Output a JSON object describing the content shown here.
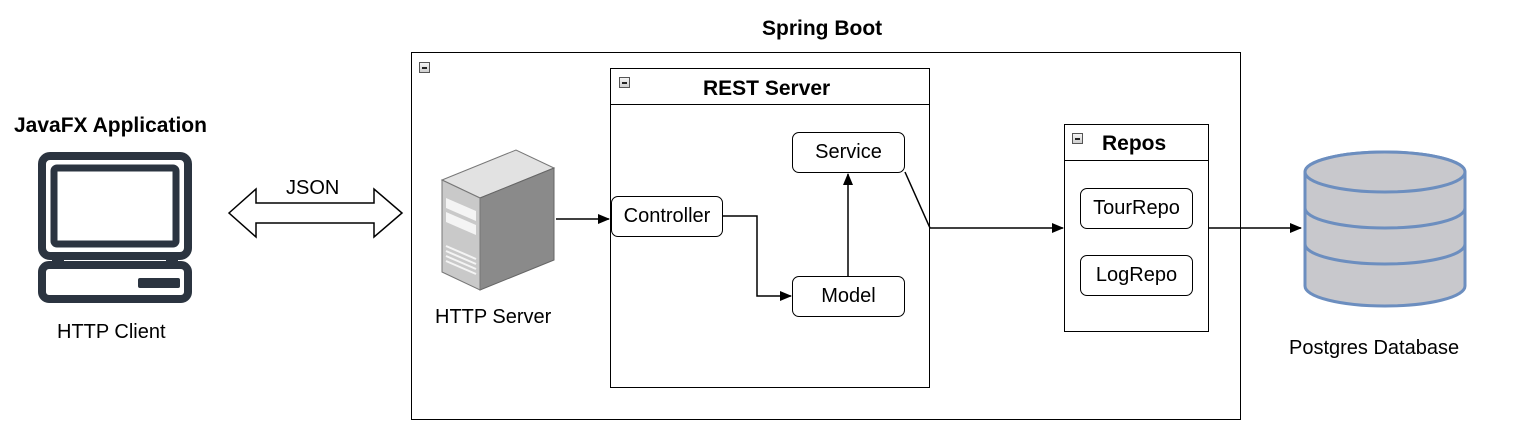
{
  "spring_boot": {
    "title": "Spring Boot"
  },
  "javafx": {
    "title": "JavaFX Application",
    "client_label": "HTTP Client"
  },
  "json_arrow": {
    "label": "JSON"
  },
  "http_server": {
    "label": "HTTP Server"
  },
  "rest_server": {
    "title": "REST Server",
    "controller": "Controller",
    "service": "Service",
    "model": "Model"
  },
  "repos": {
    "title": "Repos",
    "tour_repo": "TourRepo",
    "log_repo": "LogRepo"
  },
  "database": {
    "label": "Postgres Database"
  },
  "colors": {
    "monitor": "#2b3440",
    "server_front": "#c9c9c9",
    "server_side": "#8a8a8a",
    "database_fill": "#c8c8cc",
    "database_stroke": "#6c8ebf"
  }
}
